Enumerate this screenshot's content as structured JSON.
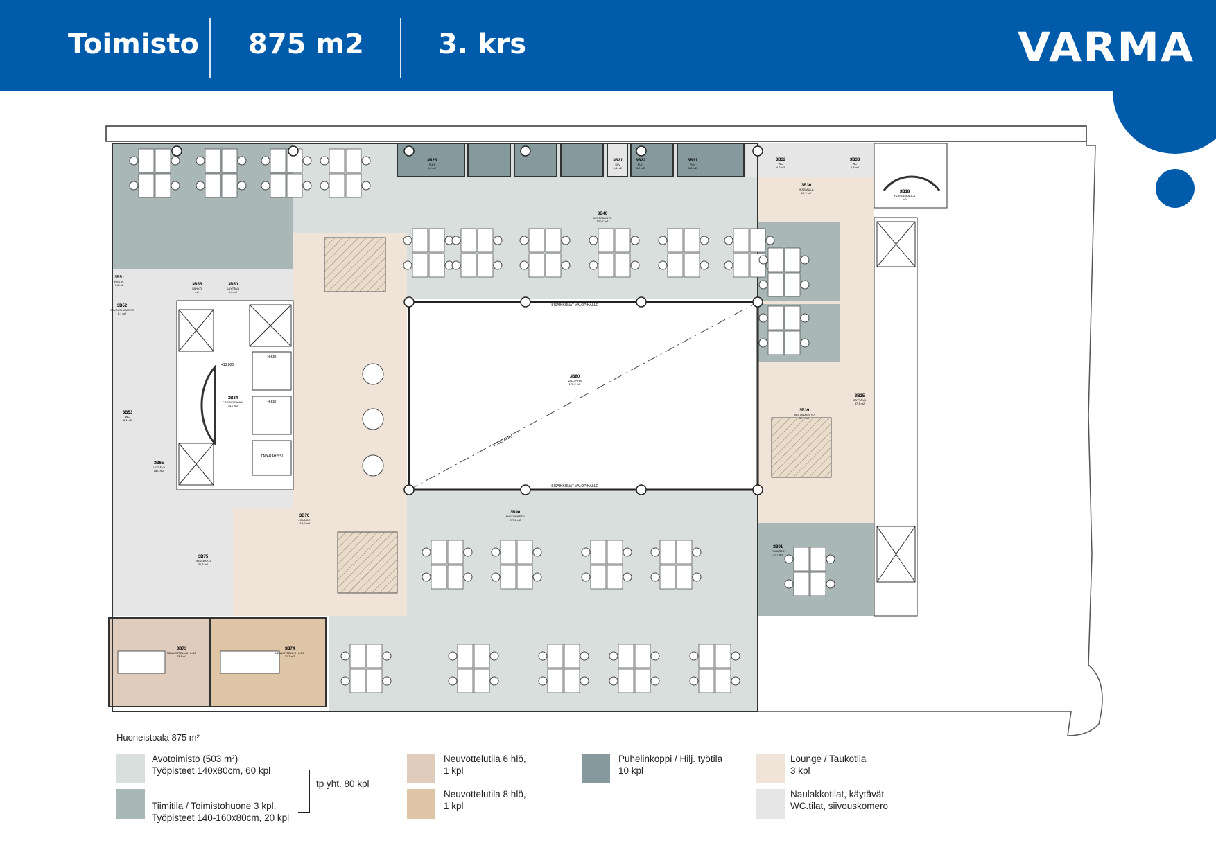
{
  "header": {
    "type_label": "Toimisto",
    "area_label": "875 m2",
    "floor_label": "3. krs",
    "brand": "VARMA",
    "brand_color": "#005BAA"
  },
  "rooms": [
    {
      "id": "3B40",
      "name": "AVOTOIMISTO",
      "area": "120,7 m2"
    },
    {
      "id": "3B80",
      "name": "VALOPIHA",
      "area": "172,2 m2"
    },
    {
      "id": "3B90",
      "name": "AVOTOIMISTO",
      "area": "217,2 m2"
    },
    {
      "id": "3B39",
      "name": "VASTAANOTTO",
      "area": "37,7 m2"
    },
    {
      "id": "3B35",
      "name": "KÄYTÄVÄ",
      "area": "47,1 m2"
    },
    {
      "id": "3B91",
      "name": "TOIMISTO",
      "area": "37,7 m2"
    },
    {
      "id": "3B34",
      "name": "PORRASKAULA",
      "area": "34,7 m2"
    },
    {
      "id": "3B70",
      "name": "LOUNGE",
      "area": "113,6 m2"
    },
    {
      "id": "3B75",
      "name": "NAULAKKO",
      "area": "30,3 m2"
    },
    {
      "id": "3B73",
      "name": "NEUVOTTELU 6 HLÖÄ",
      "area": "23,8 m2"
    },
    {
      "id": "3B74",
      "name": "NEUVOTTELU 8 HLÖÄ",
      "area": "31,2 m2"
    },
    {
      "id": "3B30",
      "name": "HISSIAULA",
      "area": "13,7 m2"
    },
    {
      "id": "3B32",
      "name": "WC",
      "area": "4,2 m2"
    },
    {
      "id": "3B33",
      "name": "WC",
      "area": "4,3 m2"
    },
    {
      "id": "3B18",
      "name": "PORRASKAULA",
      "area": "m2"
    },
    {
      "id": "3B65",
      "name": "KÄYTÄVÄ",
      "area": "18,0 m2"
    },
    {
      "id": "3B52",
      "name": "SIIVOUSKOMERO",
      "area": "6,1 m2"
    },
    {
      "id": "3B53",
      "name": "WC",
      "area": "6,1 m2"
    },
    {
      "id": "3B51",
      "name": "RISTIK.",
      "area": "1,8 m2"
    },
    {
      "id": "3B55",
      "name": "SÄHKÖ",
      "area": "m2"
    },
    {
      "id": "3B50",
      "name": "KÄYTÄVÄ",
      "area": "9,6 m2"
    },
    {
      "id": "3B28",
      "name": "PUH",
      "area": "5,5 m2"
    },
    {
      "id": "3B22",
      "name": "PUH",
      "area": "3,9 m2"
    },
    {
      "id": "3B31",
      "name": "PUH",
      "area": "5,8 m2"
    },
    {
      "id": "3B21",
      "name": "SIIV",
      "area": "1,1 m2"
    }
  ],
  "plan_notes": {
    "up": "YLÖS AUKI",
    "glass_top": "SISÄIKKUNAT VALOPIHALLE",
    "glass_bottom": "SISÄIKKUNAT VALOPIHALLE",
    "lift": "HISSI",
    "goods_lift": "TAVARAHISSI",
    "level": "+13.805"
  },
  "legend": {
    "title": "Huoneistoala 875 m²",
    "total": "tp yht. 80 kpl",
    "items": [
      {
        "line1": "Avotoimisto (503 m²)",
        "line2": "Työpisteet 140x80cm, 60 kpl",
        "color": "#D9DFDC"
      },
      {
        "line1": "Tiimitila / Toimistohuone 3 kpl,",
        "line2": "Työpisteet 140-160x80cm, 20 kpl",
        "color": "#A9B7B7"
      },
      {
        "line1": "Neuvottelutila 6 hlö,",
        "line2": "1 kpl",
        "color": "#E0CCBC"
      },
      {
        "line1": "Neuvottelutila 8 hlö,",
        "line2": "1 kpl",
        "color": "#DDC5A5"
      },
      {
        "line1": "Puhelinkoppi / Hilj. työtila",
        "line2": "10 kpl",
        "color": "#869A9D"
      },
      {
        "line1": "Lounge / Taukotila",
        "line2": "3 kpl",
        "color": "#EFE4D7"
      },
      {
        "line1": "Naulakkotilat, käytävät",
        "line2": "WC.tilat, siivouskomero",
        "color": "#E6E6E6"
      }
    ]
  }
}
